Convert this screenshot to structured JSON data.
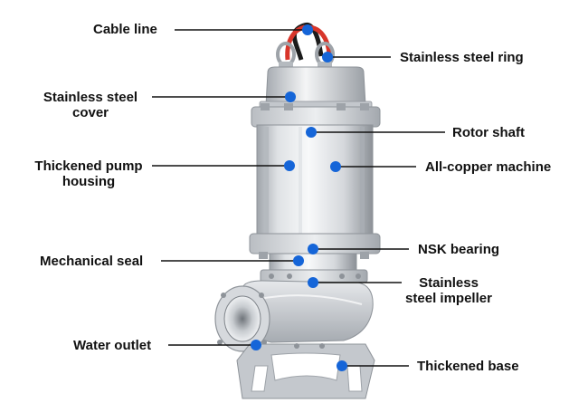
{
  "colors": {
    "marker": "#1565d8",
    "leader": "#111111",
    "steel_light": "#f2f3f4",
    "steel_mid": "#c9ccd0",
    "steel_dark": "#8e9399",
    "cable_red": "#d8352a",
    "cable_black": "#1b1b1b"
  },
  "labels": {
    "cable_line": "Cable line",
    "stainless_ring": "Stainless steel ring",
    "stainless_cover": "Stainless steel\ncover",
    "rotor_shaft": "Rotor shaft",
    "pump_housing": "Thickened pump\nhousing",
    "copper_machine": "All-copper machine",
    "nsk_bearing": "NSK bearing",
    "mechanical_seal": "Mechanical seal",
    "impeller": "Stainless\nsteel impeller",
    "water_outlet": "Water outlet",
    "base": "Thickened base"
  }
}
